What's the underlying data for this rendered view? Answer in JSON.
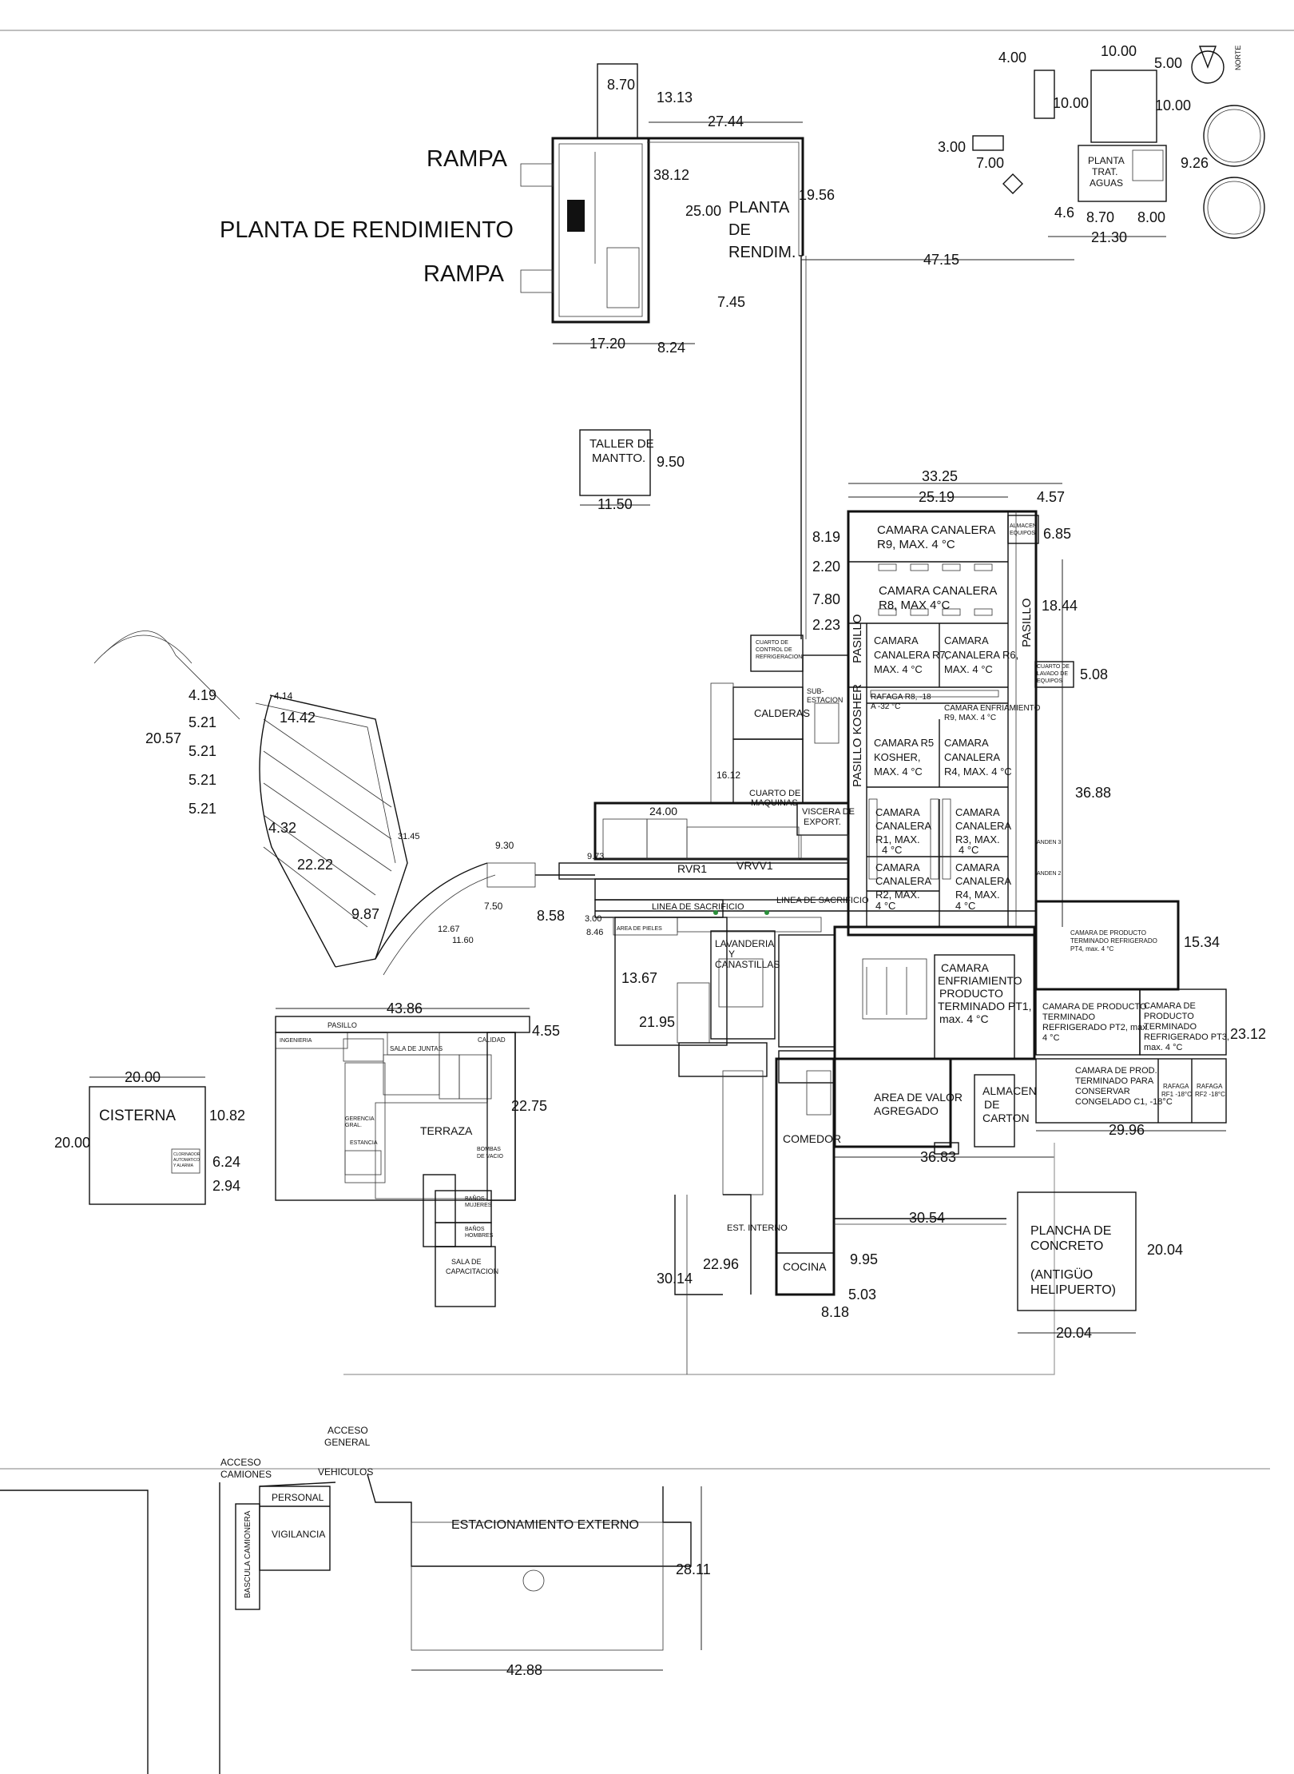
{
  "labels": {
    "rampa_top": "RAMPA",
    "planta_rendimiento": "PLANTA DE RENDIMIENTO",
    "rampa_bottom": "RAMPA",
    "planta_de_rendim": [
      "PLANTA",
      "DE",
      "RENDIM."
    ],
    "taller": [
      "TALLER DE",
      "MANTTO."
    ],
    "planta_trat": [
      "PLANTA",
      "TRAT.",
      "AGUAS"
    ],
    "norte": "NORTE",
    "cisterna": "CISTERNA",
    "clorinador": [
      "CLORINADOR",
      "AUTOMATICO",
      "Y ALARMA"
    ],
    "terraza": "TERRAZA",
    "pasillo_offices": "PASILLO",
    "sala_juntas": "SALA DE JUNTAS",
    "sala_capacitacion": [
      "SALA DE",
      "CAPACITACION"
    ],
    "banos_mujeres": [
      "BAÑOS",
      "MUJERES"
    ],
    "banos_hombres": [
      "BAÑOS",
      "HOMBRES"
    ],
    "calidad": "CALIDAD",
    "ingenieria": "INGENIERIA",
    "gerencia": [
      "GERENCIA",
      "GRAL."
    ],
    "estancia": "ESTANCIA",
    "bombas": [
      "BOMBAS",
      "DE VACIO"
    ],
    "camara_r9": [
      "CAMARA CANALERA",
      "R9, MAX. 4 °C"
    ],
    "camara_r8": [
      "CAMARA CANALERA",
      "R8, MAX 4°C"
    ],
    "camara_r7": [
      "CAMARA",
      "CANALERA R7,",
      "MAX. 4 °C"
    ],
    "camara_r6": [
      "CAMARA",
      "CANALERA R6,",
      "MAX. 4 °C"
    ],
    "rafaga_r8": [
      "RAFAGA R8, -18",
      "A -32 °C"
    ],
    "camara_enf_r9": [
      "CAMARA ENFRIAMIENTO",
      "R9, MAX. 4 °C"
    ],
    "camara_r5": [
      "CAMARA R5",
      "KOSHER,",
      "MAX. 4 °C"
    ],
    "camara_r4a": [
      "CAMARA",
      "CANALERA",
      "R4, MAX. 4 °C"
    ],
    "camara_r1": [
      "CAMARA",
      "CANALERA",
      "R1, MAX.",
      "4 °C"
    ],
    "camara_r3": [
      "CAMARA",
      "CANALERA",
      "R3, MAX.",
      "4 °C"
    ],
    "camara_r2": [
      "CAMARA",
      "CANALERA",
      "R2, MAX.",
      "4 °C"
    ],
    "camara_r4b": [
      "CAMARA",
      "CANALERA",
      "R4, MAX.",
      "4 °C"
    ],
    "pasillo_kosher": "PASILLO KOSHER",
    "pasillo_left": "PASILLO",
    "pasillo_right": "PASILLO",
    "almacen_equipos": [
      "ALMACEN",
      "EQUIPOS"
    ],
    "cuarto_lavado": [
      "CUARTO DE",
      "LAVADO DE",
      "EQUIPOS"
    ],
    "sub_estacion": [
      "SUB-",
      "ESTACION"
    ],
    "cuarto_control": [
      "CUARTO DE",
      "CONTROL DE",
      "REFRIGERACION"
    ],
    "calderas": "CALDERAS",
    "cuarto_maquinas": [
      "CUARTO DE",
      "MAQUINAS"
    ],
    "viscera": [
      "VISCERA DE",
      "EXPORT."
    ],
    "rvr1": "RVR1",
    "vrvv1": "VRVV1",
    "linea_sacrificio_1": "LINEA DE SACRIFICIO",
    "linea_sacrificio_2": "LINEA DE SACRIFICIO",
    "area_pieles": "AREA DE PIELES",
    "lavanderia": [
      "LAVANDERIA",
      "Y",
      "CANASTILLAS"
    ],
    "camara_enf_pt1": [
      "CAMARA",
      "ENFRIAMIENTO",
      "PRODUCTO",
      "TERMINADO PT1,",
      "max. 4 °C"
    ],
    "camara_pt4": [
      "CAMARA DE PRODUCTO",
      "TERMINADO REFRIGERADO",
      "PT4, max. 4 °C"
    ],
    "camara_pt2": [
      "CAMARA DE PRODUCTO",
      "TERMINADO",
      "REFRIGERADO PT2, max.",
      "4 °C"
    ],
    "camara_pt3": [
      "CAMARA DE",
      "PRODUCTO",
      "TERMINADO",
      "REFRIGERADO PT3,",
      "max. 4 °C"
    ],
    "camara_c1": [
      "CAMARA DE PROD.",
      "TERMINADO PARA",
      "CONSERVAR",
      "CONGELADO C1, -18°C"
    ],
    "rafaga_rf1": [
      "RAFAGA",
      "RF1 -18°C"
    ],
    "rafaga_rf2": [
      "RAFAGA",
      "RF2 -18°C"
    ],
    "area_valor": [
      "AREA DE VALOR",
      "AGREGADO"
    ],
    "almacen_carton": [
      "ALMACEN",
      "DE",
      "CARTON"
    ],
    "comedor": "COMEDOR",
    "cocina": "COCINA",
    "est_interno": "EST. INTERNO",
    "plancha": [
      "PLANCHA DE",
      "CONCRETO"
    ],
    "helipuerto": [
      "(ANTIGÜO",
      "HELIPUERTO)"
    ],
    "acceso_general": [
      "ACCESO",
      "GENERAL"
    ],
    "acceso_camiones": [
      "ACCESO",
      "CAMIONES"
    ],
    "vehiculos": "VEHICULOS",
    "personal": "PERSONAL",
    "vigilancia": "VIGILANCIA",
    "bascula": "BASCULA CAMIONERA",
    "estacionamiento": "ESTACIONAMIENTO EXTERNO",
    "anden_3": "ANDEN 3",
    "anden_2": "ANDEN 2"
  },
  "dims": {
    "d870": "8.70",
    "d1313": "13.13",
    "d2744": "27.44",
    "d3812": "38.12",
    "d2500": "25.00",
    "d1956": "19.56",
    "d745": "7.45",
    "d1720": "17.20",
    "d824": "8.24",
    "d4715": "47.15",
    "d950": "9.50",
    "d1150": "11.50",
    "d400": "4.00",
    "d1000a": "10.00",
    "d500": "5.00",
    "d1000b": "10.00",
    "d1000c": "10.00",
    "d300": "3.00",
    "d700": "7.00",
    "d926": "9.26",
    "d46": "4.6",
    "d870b": "8.70",
    "d800": "8.00",
    "d2130": "21.30",
    "d3325": "33.25",
    "d2519": "25.19",
    "d457": "4.57",
    "d819": "8.19",
    "d685": "6.85",
    "d220": "2.20",
    "d780": "7.80",
    "d1844": "18.44",
    "d223": "2.23",
    "d508": "5.08",
    "d3688": "36.88",
    "d1534": "15.34",
    "d2312": "23.12",
    "d2996": "29.96",
    "d3683": "36.83",
    "d3054": "30.54",
    "d2004a": "20.04",
    "d2004b": "20.04",
    "d995": "9.95",
    "d503": "5.03",
    "d818": "8.18",
    "d2296": "22.96",
    "d3014": "30.14",
    "d1367": "13.67",
    "d2195": "21.95",
    "d858": "8.58",
    "d1442": "14.42",
    "d419": "4.19",
    "d521a": "5.21",
    "d521b": "5.21",
    "d521c": "5.21",
    "d521d": "5.21",
    "d2057": "20.57",
    "d432": "4.32",
    "d2222": "22.22",
    "d987": "9.87",
    "d4386": "43.86",
    "d455": "4.55",
    "d2275": "22.75",
    "d2000a": "20.00",
    "d2000b": "20.00",
    "d1082": "10.82",
    "d624": "6.24",
    "d294": "2.94",
    "d2811": "28.11",
    "d4288": "42.88",
    "d2400": "24.00",
    "d930": "9.30",
    "d3145": "31.45",
    "d1612": "16.12",
    "d973": "9.73",
    "d300b": "3.00",
    "d846": "8.46",
    "d750": "7.50",
    "d1267": "12.67",
    "d1160": "11.60",
    "d414": "4.14"
  }
}
